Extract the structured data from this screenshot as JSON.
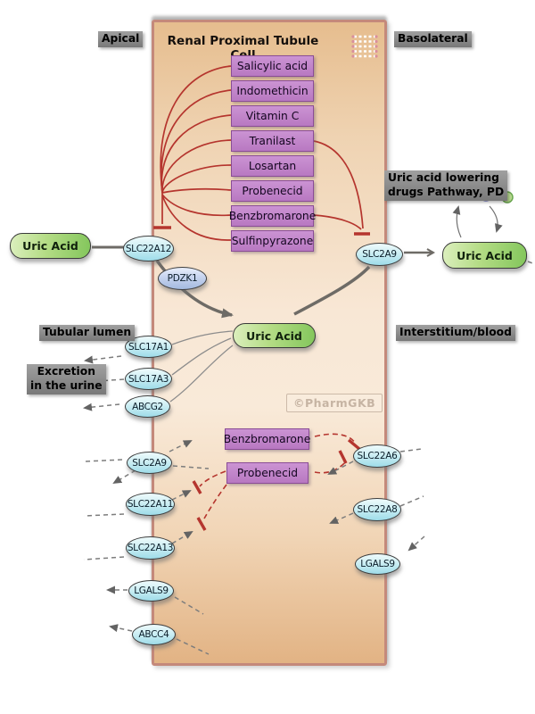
{
  "title": "Renal Proximal Tubule Cell",
  "watermark": "©PharmGKB",
  "regions": {
    "apical": "Apical",
    "basolateral": "Basolateral",
    "tubular_lumen": "Tubular lumen",
    "interstitium": "Interstitium/blood",
    "excretion_line1": "Excretion",
    "excretion_line2": "in the urine",
    "pathway_link_line1": "Uric acid lowering",
    "pathway_link_line2": "drugs Pathway, PD"
  },
  "drugs": [
    "Salicylic acid",
    "Indomethicin",
    "Vitamin C",
    "Tranilast",
    "Losartan",
    "Probenecid",
    "Benzbromarone",
    "Sulfinpyrazone"
  ],
  "cytoplasm_drugs": [
    "Benzbromarone",
    "Probenecid"
  ],
  "uric_acid": "Uric Acid",
  "proteins": {
    "slc22a12": "SLC22A12",
    "pdzk1": "PDZK1",
    "slc17a1": "SLC17A1",
    "slc17a3": "SLC17A3",
    "abcg2": "ABCG2",
    "slc2a9_left": "SLC2A9",
    "slc22a11": "SLC22A11",
    "slc22a13": "SLC22A13",
    "lgals9_left": "LGALS9",
    "abcc4": "ABCC4",
    "slc2a9_right": "SLC2A9",
    "slc22a6": "SLC22A6",
    "slc22a8": "SLC22A8",
    "lgals9_right": "LGALS9"
  },
  "colors": {
    "cell_fill_top": "#e6bd8e",
    "cell_fill_mid": "#f9ead9",
    "membrane_border": "#c4897b",
    "drug_fill": "#bf83c8",
    "drug_border": "#8a4d96",
    "transporter_fill": "#b9e6ee",
    "scaffold_fill": "#b9cbe8",
    "metabolite_fill": "#9ed173",
    "inhibition_red": "#b5352e",
    "arrow_gray": "#6e6b66",
    "label_bg": "#8d8d8d"
  }
}
